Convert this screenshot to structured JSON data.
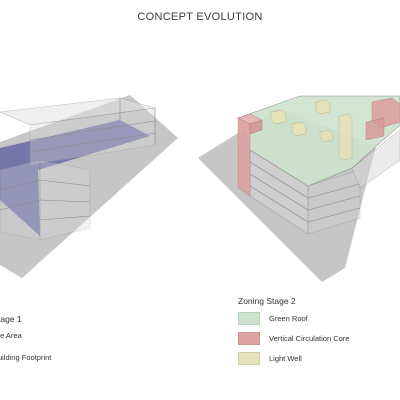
{
  "page": {
    "title": "CONCEPT EVOLUTION"
  },
  "legend_left": {
    "title": "tage 1",
    "items": [
      {
        "label": "te Area",
        "color": "#c8c8ce"
      },
      {
        "label": "uilding Footprint",
        "color": "#b9b9c0"
      }
    ]
  },
  "legend_right": {
    "title": "Zoning Stage 2",
    "items": [
      {
        "label": "Green Roof",
        "color": "#cde3cd"
      },
      {
        "label": "Vertical Circulation Core",
        "color": "#dda2a2"
      },
      {
        "label": "Light Well",
        "color": "#e3e2b9"
      }
    ]
  },
  "colors": {
    "ground": "#bdbdbd",
    "footprint": "#6f6ea7",
    "green_roof": "#cde3cd",
    "core": "#dda2a2",
    "light_well": "#e3e2b9"
  }
}
